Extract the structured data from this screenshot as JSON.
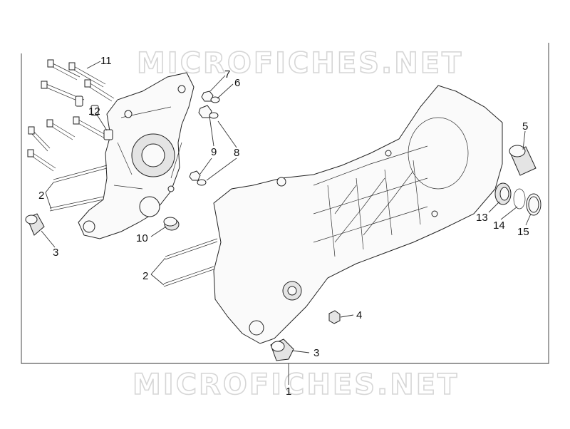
{
  "watermark": {
    "top": "MICROFICHES.NET",
    "bottom": "MICROFICHES.NET"
  },
  "callouts": [
    {
      "id": "c1",
      "text": "1"
    },
    {
      "id": "c2a",
      "text": "2"
    },
    {
      "id": "c2b",
      "text": "2"
    },
    {
      "id": "c3a",
      "text": "3"
    },
    {
      "id": "c3b",
      "text": "3"
    },
    {
      "id": "c4",
      "text": "4"
    },
    {
      "id": "c5",
      "text": "5"
    },
    {
      "id": "c6",
      "text": "6"
    },
    {
      "id": "c7",
      "text": "7"
    },
    {
      "id": "c8",
      "text": "8"
    },
    {
      "id": "c9",
      "text": "9"
    },
    {
      "id": "c10",
      "text": "10"
    },
    {
      "id": "c11",
      "text": "11"
    },
    {
      "id": "c12",
      "text": "12"
    },
    {
      "id": "c13",
      "text": "13"
    },
    {
      "id": "c14",
      "text": "14"
    },
    {
      "id": "c15",
      "text": "15"
    }
  ]
}
